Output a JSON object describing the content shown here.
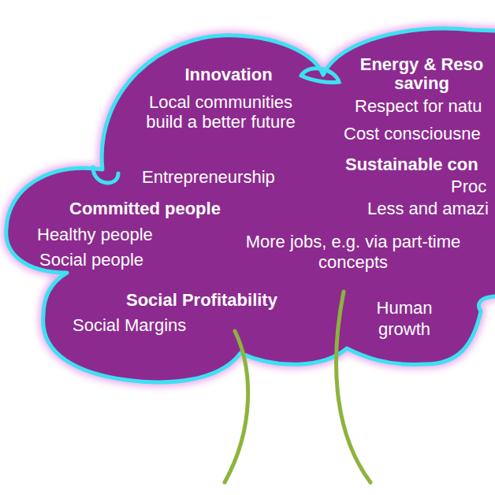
{
  "diagram": {
    "nodes": [
      {
        "text": [
          "Innovation",
          "Local communities build a better future",
          "Energy & Reso saving",
          "Respect for natu",
          "Cost consciousne",
          "Entrepreneurship",
          "Sustainable con",
          "Proc",
          "Committed people",
          "Less and amazi",
          "Healthy people",
          "More jobs, e.g. via part-time concepts",
          "Social people",
          "Social Profitability",
          "Human growth",
          "Social Margins"
        ]
      }
    ]
  }
}
